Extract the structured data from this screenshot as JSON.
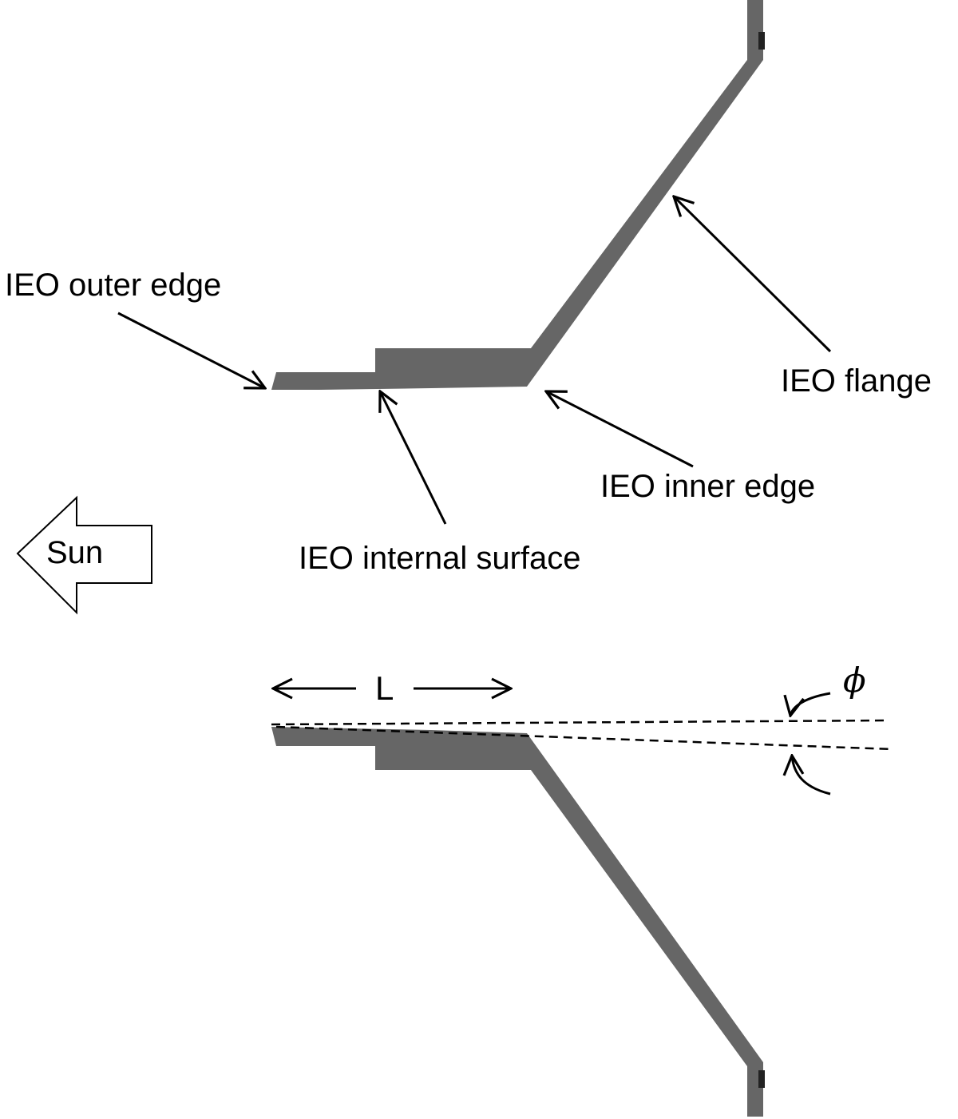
{
  "labels": {
    "outer_edge": "IEO outer edge",
    "flange": "IEO flange",
    "inner_edge": "IEO inner edge",
    "internal_surface": "IEO internal surface",
    "sun": "Sun",
    "length": "L",
    "angle": "ϕ"
  },
  "colors": {
    "part_fill": "#666666",
    "line": "#000000",
    "background": "#ffffff"
  }
}
